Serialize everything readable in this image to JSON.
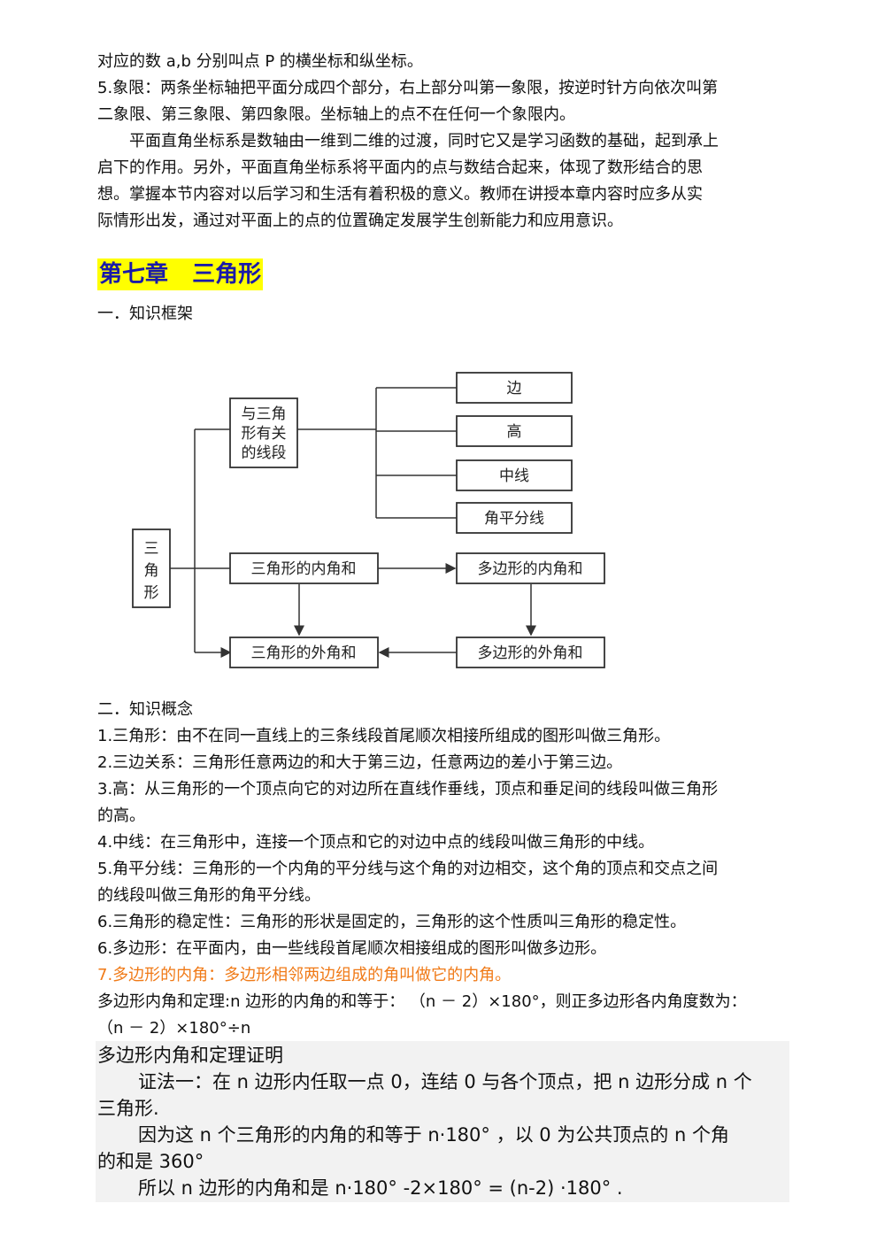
{
  "intro": {
    "line1": "对应的数 a,b 分别叫点 P 的横坐标和纵坐标。",
    "line2": "5.象限：两条坐标轴把平面分成四个部分，右上部分叫第一象限，按逆时针方向依次叫第",
    "line3": "二象限、第三象限、第四象限。坐标轴上的点不在任何一个象限内。",
    "line4": "平面直角坐标系是数轴由一维到二维的过渡，同时它又是学习函数的基础，起到承上",
    "line5": "启下的作用。另外，平面直角坐标系将平面内的点与数结合起来，体现了数形结合的思",
    "line6": "想。掌握本节内容对以后学习和生活有着积极的意义。教师在讲授本章内容时应多从实",
    "line7": "际情形出发，通过对平面上的点的位置确定发展学生创新能力和应用意识。"
  },
  "chapter_title": "第七章   三角形",
  "section1": "一．知识框架",
  "diagram": {
    "root": [
      "三",
      "角",
      "形"
    ],
    "segments_box": [
      "与三角",
      "形有关",
      "的线段"
    ],
    "side": "边",
    "height": "高",
    "median": "中线",
    "bisector": "角平分线",
    "tri_interior": "三角形的内角和",
    "poly_interior": "多边形的内角和",
    "tri_exterior": "三角形的外角和",
    "poly_exterior": "多边形的外角和"
  },
  "section2": "二．知识概念",
  "concepts": {
    "c1": "1.三角形：由不在同一直线上的三条线段首尾顺次相接所组成的图形叫做三角形。",
    "c2": "2.三边关系：三角形任意两边的和大于第三边，任意两边的差小于第三边。",
    "c3a": "3.高：从三角形的一个顶点向它的对边所在直线作垂线，顶点和垂足间的线段叫做三角形",
    "c3b": "的高。",
    "c4": "4.中线：在三角形中，连接一个顶点和它的对边中点的线段叫做三角形的中线。",
    "c5a": "5.角平分线：三角形的一个内角的平分线与这个角的对边相交，这个角的顶点和交点之间",
    "c5b": "的线段叫做三角形的角平分线。",
    "c6a": "6.三角形的稳定性：三角形的形状是固定的，三角形的这个性质叫三角形的稳定性。",
    "c6b": "6.多边形：在平面内，由一些线段首尾顺次相接组成的图形叫做多边形。",
    "c7": "7.多边形的内角：多边形相邻两边组成的角叫做它的内角。",
    "theorem_a": "多边形内角和定理:n 边形的内角的和等于：  （n － 2）×180°，则正多边形各内角度数为：",
    "theorem_b": "（n － 2）×180°÷n"
  },
  "proof": {
    "heading": "多边形内角和定理证明",
    "l1": "证法一：在 n 边形内任取一点 0，连结 0 与各个顶点，把 n 边形分成 n 个",
    "l2": "三角形.",
    "l3": "因为这 n 个三角形的内角的和等于 n·180° ，以 0 为公共顶点的 n 个角",
    "l4": "的和是 360°",
    "l5": "所以 n 边形的内角和是 n·180° -2×180° = (n-2) ·180° ."
  }
}
